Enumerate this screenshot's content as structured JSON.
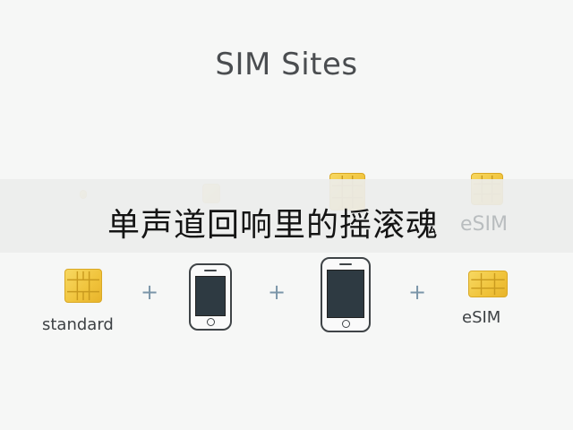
{
  "title": "SIM Sites",
  "overlay_text": "单声道回响里的摇滚魂",
  "ghost_label": "eSIM",
  "row": {
    "standard_label": "standard",
    "plus_symbol": "+",
    "esim_label": "eSIM"
  },
  "colors": {
    "chip": "#f0c33b",
    "phone_screen": "#2e3a42",
    "plus": "#7a95a8",
    "title": "#4a4d50"
  }
}
